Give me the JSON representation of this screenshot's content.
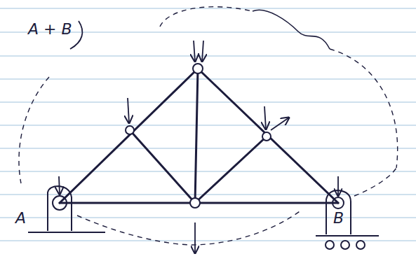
{
  "diagram": {
    "labels": [
      "A + B",
      "A",
      "B"
    ]
  }
}
